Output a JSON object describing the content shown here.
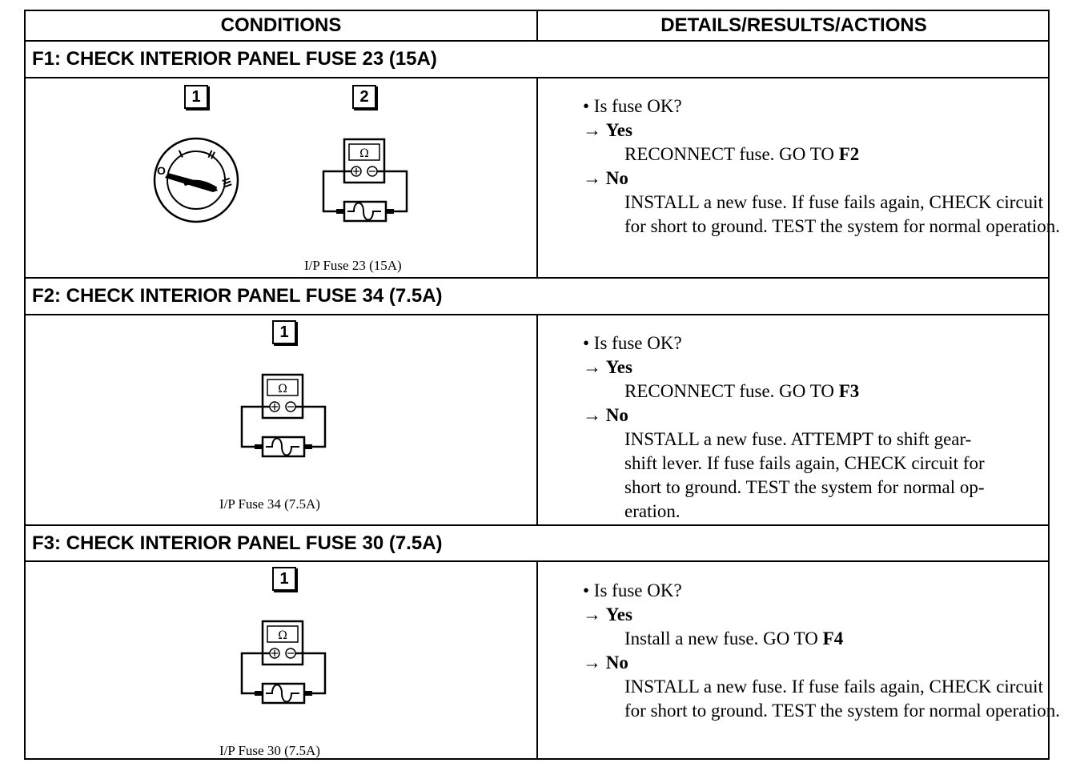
{
  "header": {
    "conditions": "CONDITIONS",
    "details": "DETAILS/RESULTS/ACTIONS"
  },
  "steps": [
    {
      "title": "F1: CHECK INTERIOR PANEL FUSE 23 (15A)",
      "callouts": [
        "1",
        "2"
      ],
      "ignition_marks": [
        "O",
        "I",
        "II",
        "III"
      ],
      "meter_symbol": "Ω",
      "caption": "I/P Fuse 23 (15A)",
      "question": "• Is fuse OK?",
      "yes_label": "Yes",
      "yes_text": "RECONNECT fuse. GO TO ",
      "yes_goto": "F2",
      "no_label": "No",
      "no_text": "INSTALL a new fuse. If fuse fails again, CHECK circuit for short to ground. TEST the system for normal operation."
    },
    {
      "title": "F2: CHECK INTERIOR PANEL FUSE 34 (7.5A)",
      "callouts": [
        "1"
      ],
      "meter_symbol": "Ω",
      "caption": "I/P Fuse 34 (7.5A)",
      "question": "• Is fuse OK?",
      "yes_label": "Yes",
      "yes_text": "RECONNECT fuse. GO TO ",
      "yes_goto": "F3",
      "no_label": "No",
      "no_lines": [
        "INSTALL a new fuse. ATTEMPT to shift gear-",
        "shift lever. If fuse fails again, CHECK circuit for",
        "short to ground. TEST the system for normal op-",
        "eration."
      ]
    },
    {
      "title": "F3: CHECK INTERIOR PANEL FUSE 30 (7.5A)",
      "callouts": [
        "1"
      ],
      "meter_symbol": "Ω",
      "caption": "I/P Fuse 30 (7.5A)",
      "question": "• Is fuse OK?",
      "yes_label": "Yes",
      "yes_text": "Install a new fuse. GO TO ",
      "yes_goto": "F4",
      "no_label": "No",
      "no_text": "INSTALL a new fuse. If fuse fails again, CHECK circuit for short to ground. TEST the system for normal operation."
    }
  ],
  "icons": {
    "arrow": "→",
    "meter": "ohmmeter-icon",
    "fuse": "fuse-icon",
    "ignition": "ignition-switch-icon"
  }
}
